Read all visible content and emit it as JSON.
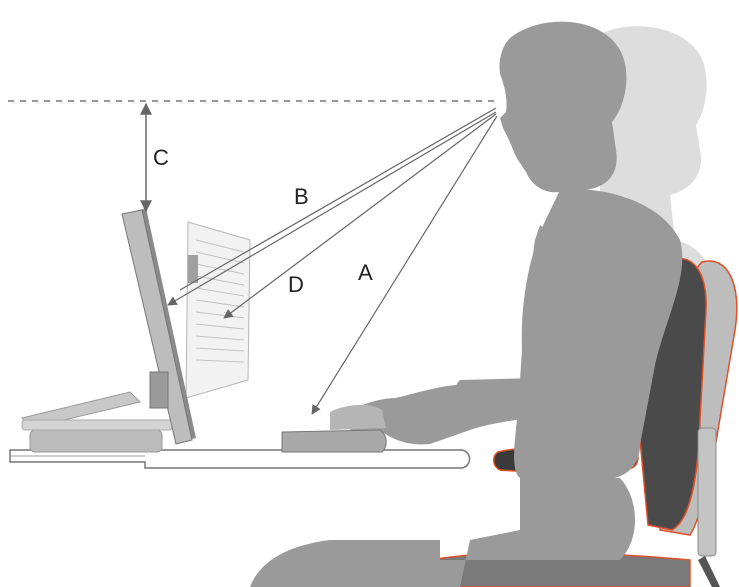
{
  "labels": {
    "a": "A",
    "b": "B",
    "c": "C",
    "d": "D"
  },
  "colors": {
    "person_front": "#9a9a9a",
    "person_back": "#d6d6d6",
    "chair_back": "#4a4a4a",
    "chair_outline": "#e0502a",
    "monitor": "#b8b8b8",
    "sight_lines": "#555555",
    "desk": "#ffffff"
  }
}
